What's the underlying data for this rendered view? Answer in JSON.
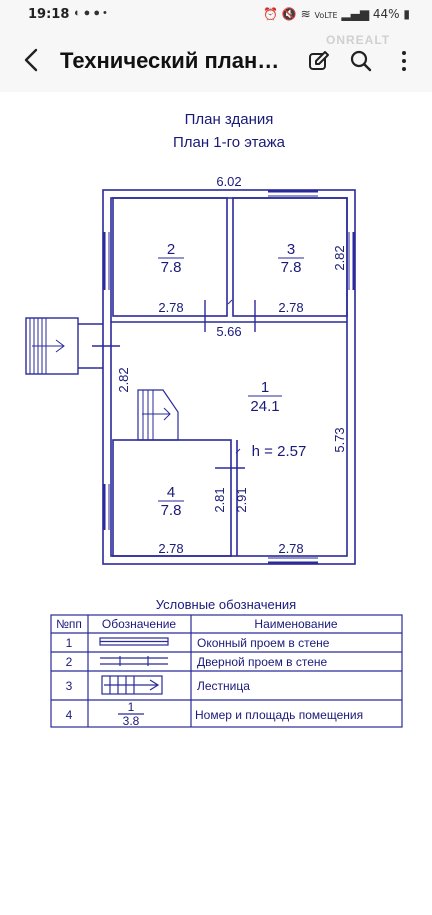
{
  "status_bar": {
    "time": "19:18",
    "battery": "44%",
    "network": "VoLTE",
    "left_icons": [
      "call-icon",
      "notification-icon",
      "notification-icon",
      "dot-icon"
    ],
    "right_icons": [
      "alarm-icon",
      "mute-icon",
      "wifi-icon",
      "signal-icon",
      "battery-icon"
    ]
  },
  "app_bar": {
    "title": "Технический план…",
    "watermark": "ONREALT"
  },
  "plan": {
    "heading_line1": "План здания",
    "heading_line2": "План 1-го этажа",
    "overall_width": "6.02",
    "rooms": [
      {
        "number": "2",
        "area": "7.8"
      },
      {
        "number": "3",
        "area": "7.8"
      },
      {
        "number": "1",
        "area": "24.1"
      },
      {
        "number": "4",
        "area": "7.8"
      }
    ],
    "dimensions": {
      "room2_width": "2.78",
      "room3_width": "2.78",
      "room3_height": "2.82",
      "corridor_width": "5.66",
      "left_height": "2.82",
      "right_height": "5.73",
      "ceiling_height": "h = 2.57",
      "room4_height": "2.81",
      "mid_height": "2.91",
      "room4_width": "2.78",
      "bottom_right_width": "2.78"
    }
  },
  "legend": {
    "title": "Условные обозначения",
    "headers": [
      "№пп",
      "Обозначение",
      "Наименование"
    ],
    "rows": [
      {
        "num": "1",
        "name": "Оконный проем в стене",
        "symbol": "window-symbol-icon"
      },
      {
        "num": "2",
        "name": "Дверной проем в стене",
        "symbol": "door-symbol-icon"
      },
      {
        "num": "3",
        "name": "Лестница",
        "symbol": "stairs-symbol-icon"
      },
      {
        "num": "4",
        "name": "Номер и площадь помещения",
        "symbol_top": "1",
        "symbol_bottom": "3.8"
      }
    ]
  },
  "colors": {
    "line": "#2a2a9a",
    "text": "#1a1a7a",
    "background": "#ffffff",
    "appbar": "#f7f7f7"
  }
}
